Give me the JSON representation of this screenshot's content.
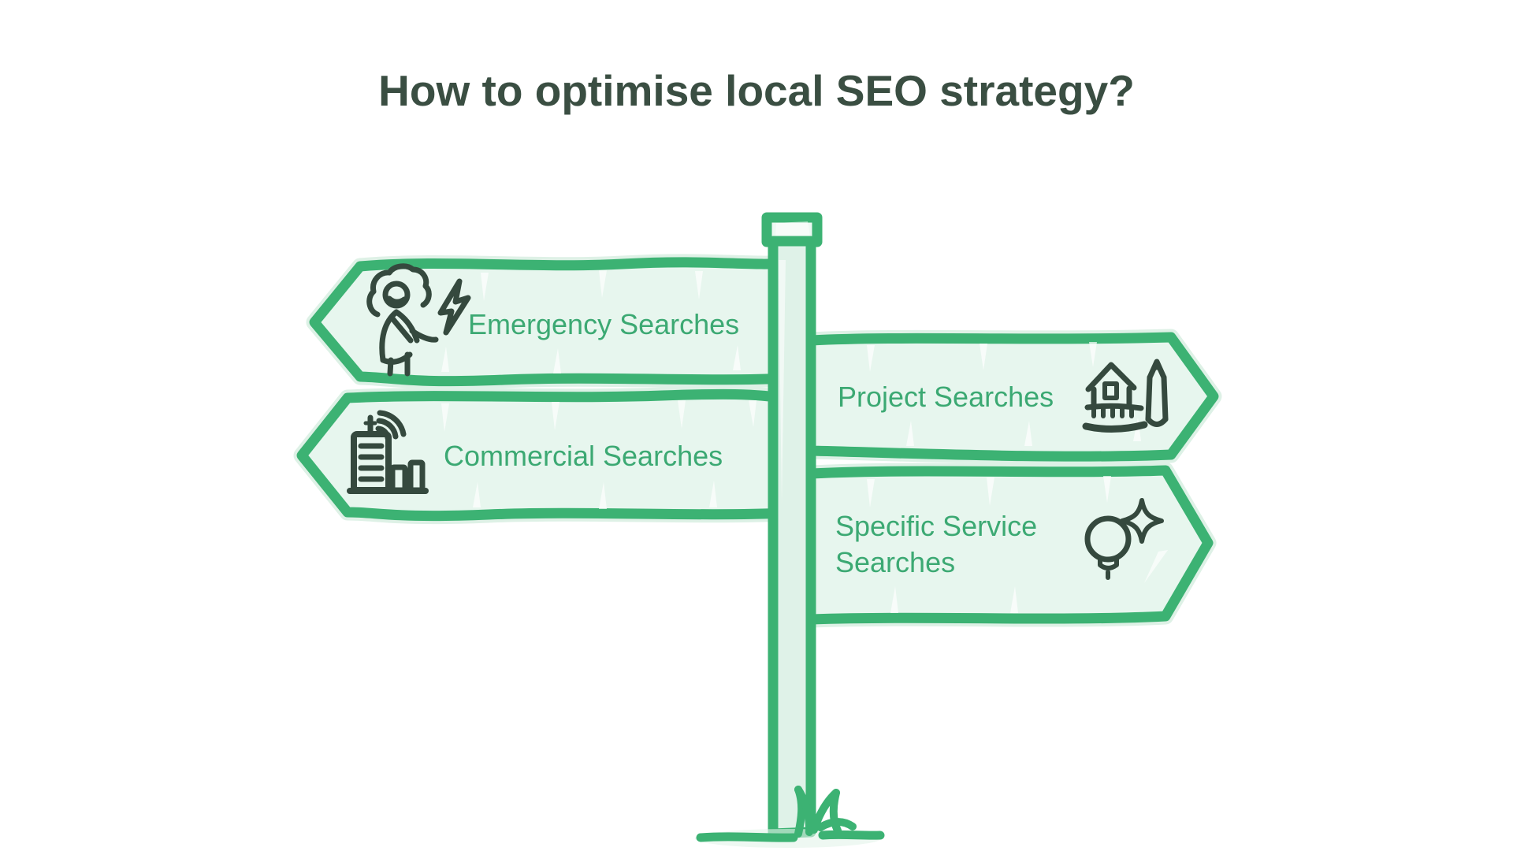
{
  "page": {
    "title": "How to optimise local SEO strategy?"
  },
  "colors": {
    "accent_green": "#3cb273",
    "accent_green_soft": "#d8efe2",
    "sign_fill": "#e7f6ee",
    "post_fill": "#dff2e8",
    "cap_fill": "#eef9f3",
    "label_green": "#3ca973",
    "icon_dark": "#35493e",
    "title_color": "#3a4e42",
    "background": "#ffffff"
  },
  "signs": [
    {
      "label": "Emergency Searches",
      "direction": "left",
      "icon": "woman-lightning-icon"
    },
    {
      "label": "Project Searches",
      "direction": "right",
      "icon": "house-ruler-pencil-icon"
    },
    {
      "label": "Commercial Searches",
      "direction": "left",
      "icon": "city-buildings-signal-icon"
    },
    {
      "label": "Specific Service Searches",
      "direction": "right",
      "icon": "lightbulb-sparkle-icon"
    }
  ]
}
